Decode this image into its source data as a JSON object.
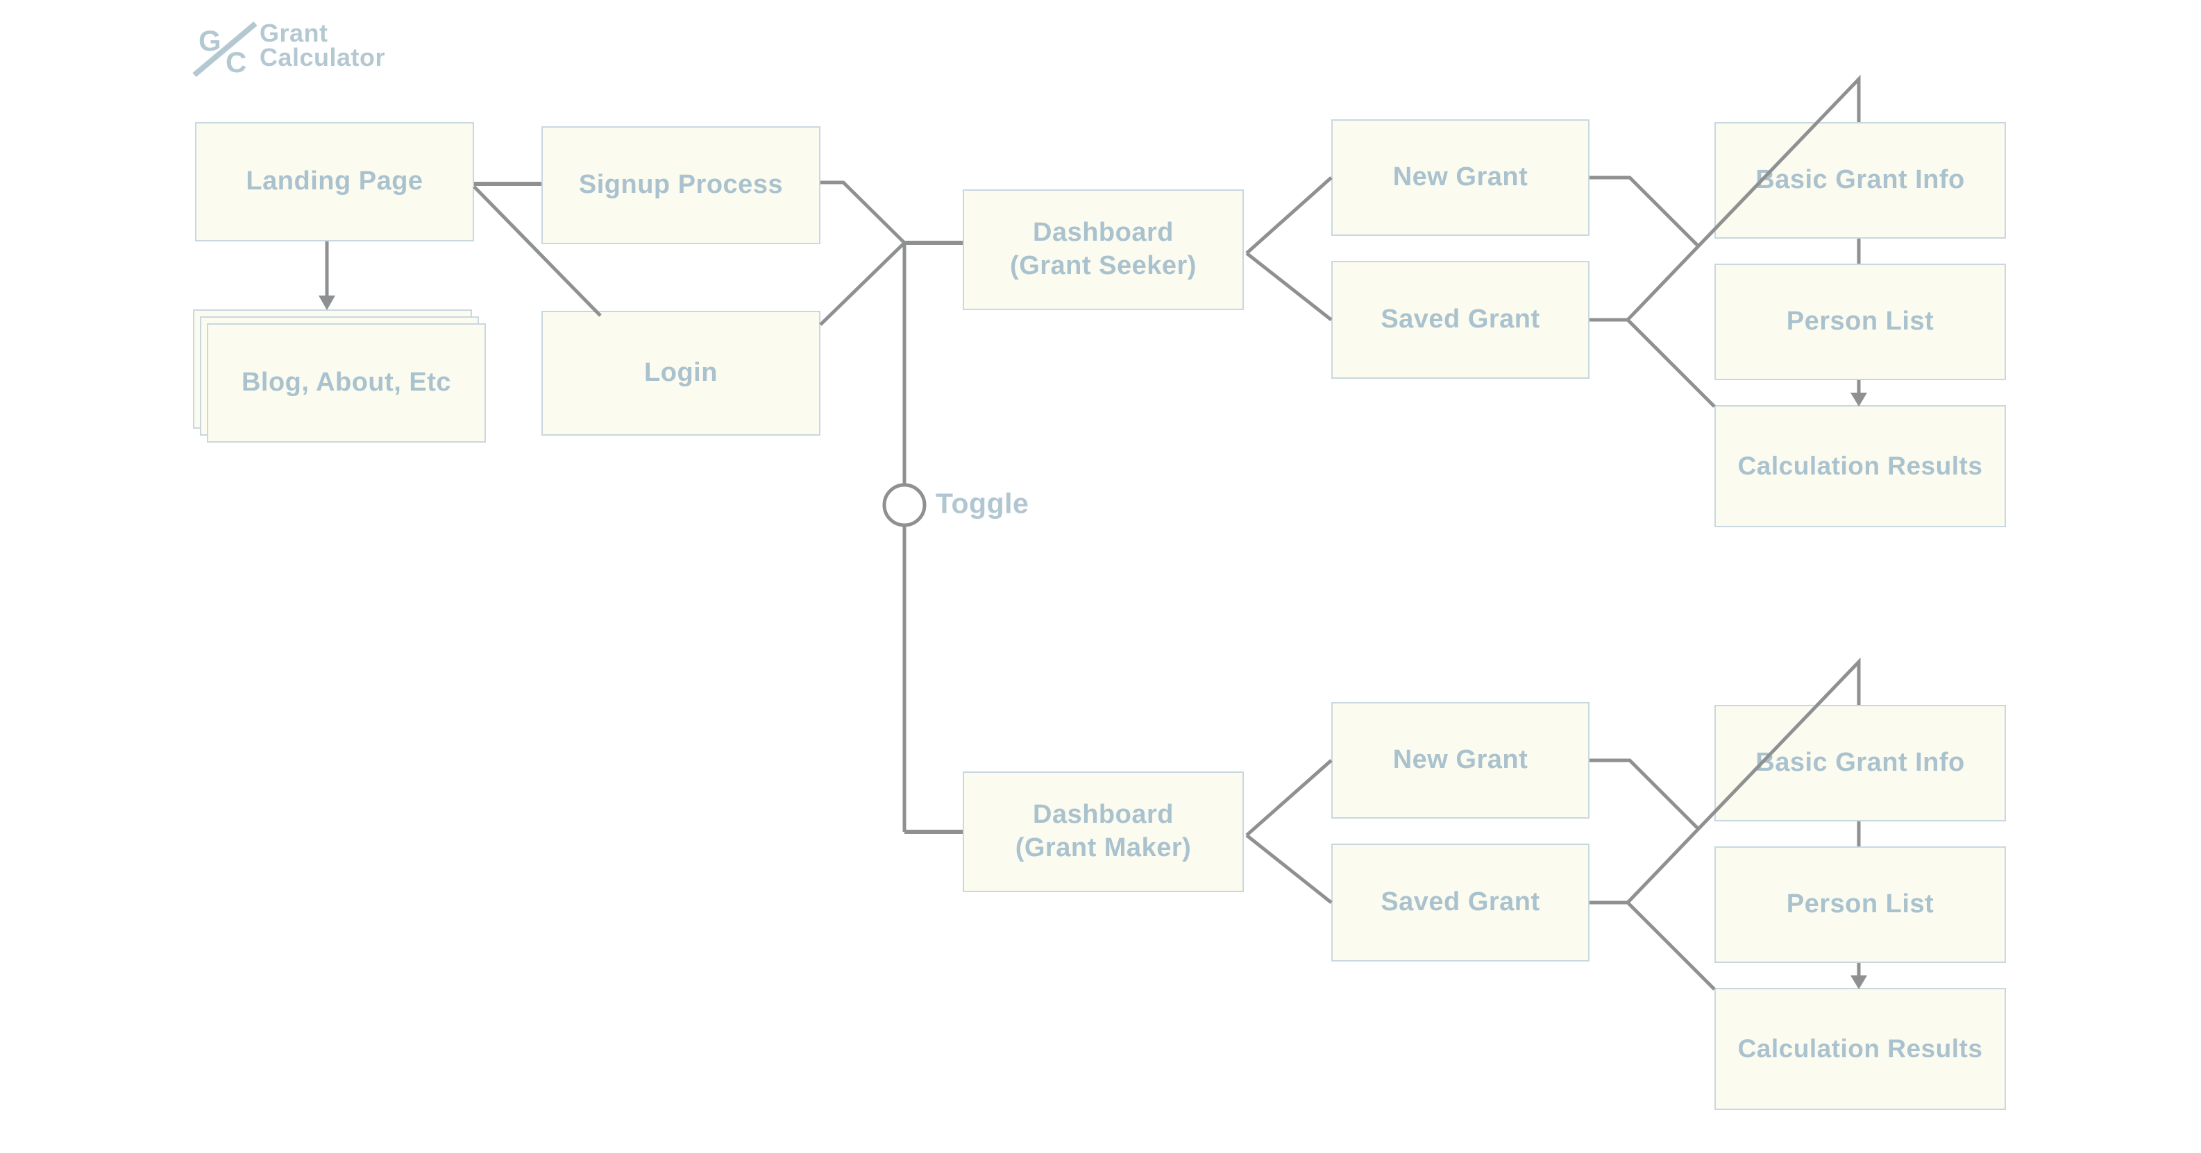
{
  "app": {
    "title": "Grant Calculator"
  },
  "logo": {
    "mark_letter_top": "G",
    "mark_letter_bottom": "C",
    "name_line1": "Grant",
    "name_line2": "Calculator"
  },
  "toggle": {
    "label": "Toggle"
  },
  "nodes": {
    "landing": {
      "label": "Landing Page"
    },
    "signup": {
      "label": "Signup Process"
    },
    "blog": {
      "label": "Blog, About, Etc"
    },
    "login": {
      "label": "Login"
    },
    "dashboard_seeker": {
      "label": "Dashboard",
      "sublabel": "(Grant Seeker)"
    },
    "new_grant_seeker": {
      "label": "New Grant"
    },
    "saved_grant_seeker": {
      "label": "Saved Grant"
    },
    "basic_grant_info_seeker": {
      "label": "Basic Grant Info"
    },
    "person_list_seeker": {
      "label": "Person List"
    },
    "calculation_results_seeker": {
      "label": "Calculation Results"
    },
    "dashboard_maker": {
      "label": "Dashboard",
      "sublabel": "(Grant Maker)"
    },
    "new_grant_maker": {
      "label": "New Grant"
    },
    "saved_grant_maker": {
      "label": "Saved Grant"
    },
    "basic_grant_info_maker": {
      "label": "Basic Grant Info"
    },
    "person_list_maker": {
      "label": "Person List"
    },
    "calculation_results_maker": {
      "label": "Calculation Results"
    }
  },
  "colors": {
    "background": "#ffffff",
    "node_fill": "#fbfbf0",
    "node_border": "#c9d8df",
    "node_text": "#a9c2ce",
    "connector": "#8f9091",
    "logo": "#b4c8d1"
  }
}
